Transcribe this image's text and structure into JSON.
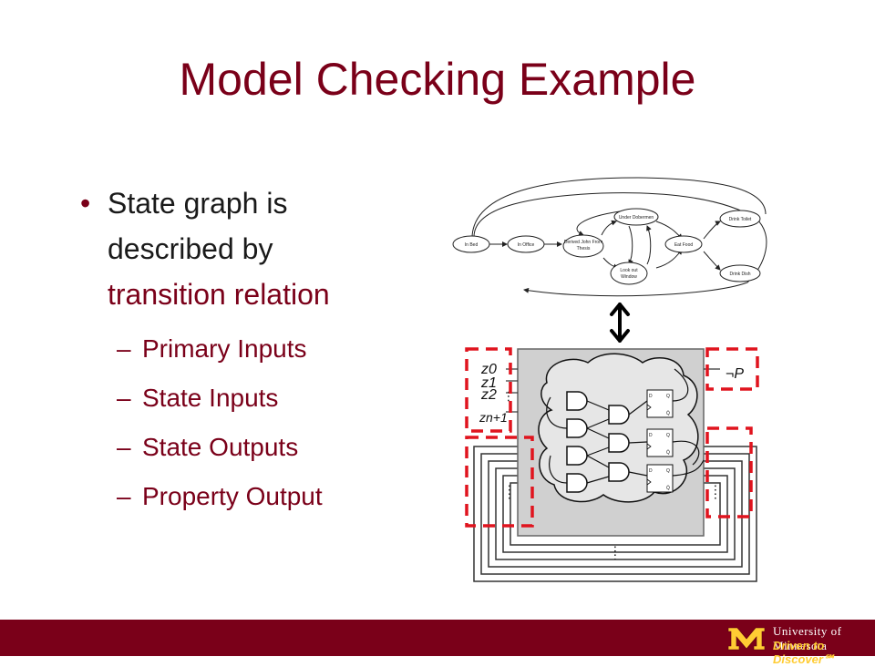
{
  "slide": {
    "title": "Model Checking Example",
    "bullet": {
      "text_1": "State graph is",
      "text_2": "described by",
      "highlight": "transition relation"
    },
    "sub_bullets": [
      {
        "dash": "–",
        "text": "Primary Inputs"
      },
      {
        "dash": "–",
        "text": "State Inputs"
      },
      {
        "dash": "–",
        "text": "State Outputs"
      },
      {
        "dash": "–",
        "text": "Property Output"
      }
    ]
  },
  "state_graph": {
    "nodes": {
      "in_bed": "In Bed",
      "in_office": "In Office",
      "derived_1": "Derived John From",
      "derived_2": "Thesis",
      "under_dobermen": "Under Dobermen",
      "lookout_1": "Look out",
      "lookout_2": "Window",
      "eat_food": "Eat Food",
      "drink_toilet": "Drink Toilet",
      "drink_dish": "Drink Dish"
    }
  },
  "circuit": {
    "input_labels": [
      "z0",
      "z1",
      "z2",
      "zn+1"
    ],
    "property_label": "¬P",
    "ff_labels": {
      "d": "D",
      "q": "Q",
      "qbar": "Q̄"
    }
  },
  "footer": {
    "university": "University of Minnesota",
    "tagline": "Driven to Discover℠"
  },
  "colors": {
    "maroon": "#7a0019",
    "gold": "#ffcc33",
    "dashed_red": "#e0141e"
  }
}
